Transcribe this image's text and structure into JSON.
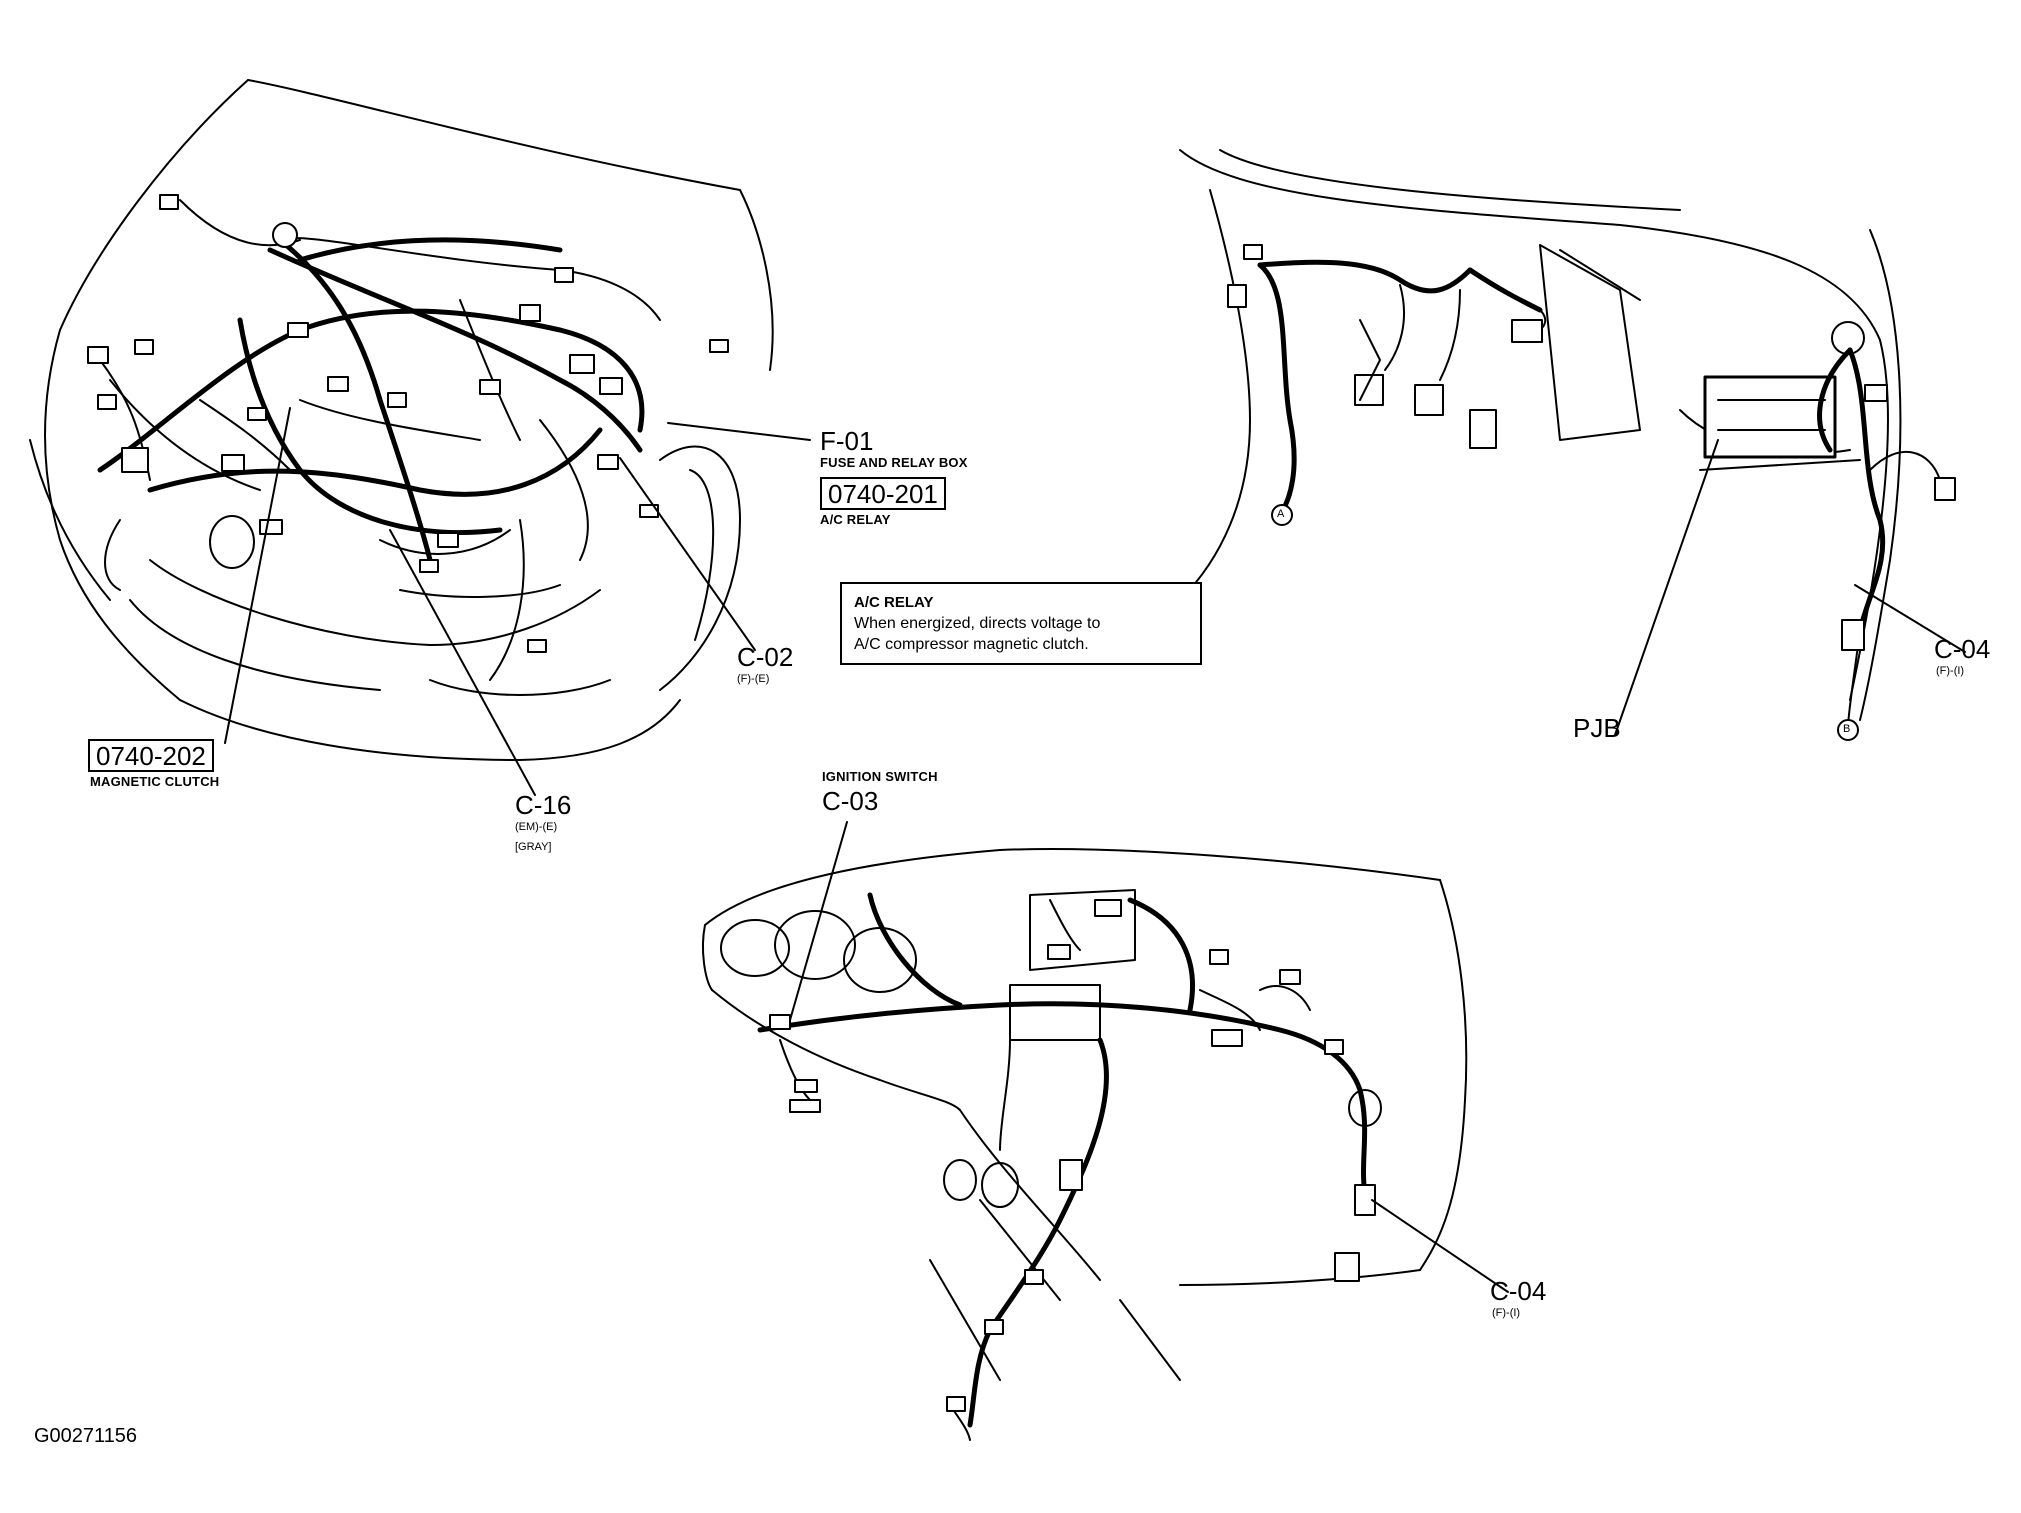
{
  "engine_bay": {
    "f01": {
      "code": "F-01",
      "name": "FUSE AND RELAY BOX"
    },
    "ac_relay_ref": {
      "code": "0740-201",
      "name": "A/C RELAY"
    },
    "c02": {
      "code": "C-02",
      "sub": "(F)-(E)"
    },
    "c16": {
      "code": "C-16",
      "sub": "(EM)-(E)",
      "color": "[GRAY]"
    },
    "magnetic_clutch_ref": {
      "code": "0740-202",
      "name": "MAGNETIC CLUTCH"
    }
  },
  "info_box": {
    "heading": "A/C RELAY",
    "line1": "When energized, directs voltage to",
    "line2": "A/C compressor magnetic clutch."
  },
  "passenger_side": {
    "pjb": "PJB",
    "c04": {
      "code": "C-04",
      "sub": "(F)-(I)"
    },
    "marker_a": "A",
    "marker_b": "B"
  },
  "dashboard": {
    "ignition": {
      "name": "IGNITION SWITCH",
      "code": "C-03"
    },
    "c04": {
      "code": "C-04",
      "sub": "(F)-(I)"
    }
  },
  "figure_id": "G00271156"
}
